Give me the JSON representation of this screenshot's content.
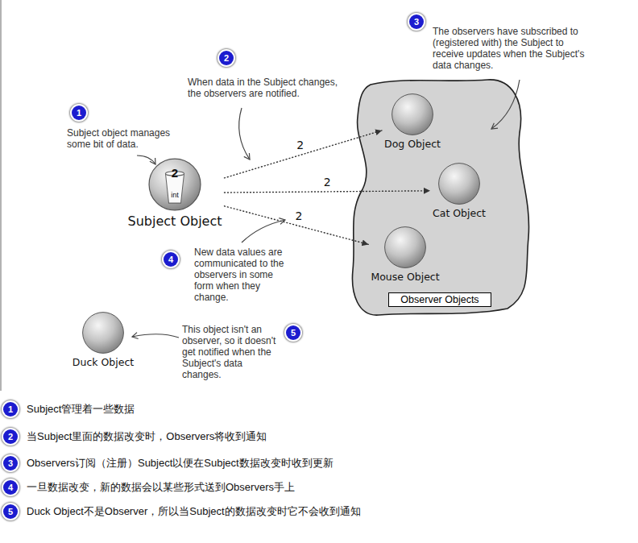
{
  "diagram": {
    "nodes": [
      {
        "text": [
          "2",
          "int",
          "Subject Object"
        ]
      },
      {
        "text": [
          "Observer Objects"
        ]
      },
      {
        "text": [
          "Dog Object"
        ],
        "in": 1
      },
      {
        "text": [
          "Cat Object"
        ],
        "in": 1
      },
      {
        "text": [
          "Mouse Object"
        ],
        "in": 1
      },
      {
        "text": [
          "Duck Object"
        ]
      }
    ],
    "edges": [
      {
        "from": 0,
        "to": 2,
        "arrow": "to",
        "label": "2"
      },
      {
        "from": 0,
        "to": 3,
        "arrow": "to",
        "label": "2"
      },
      {
        "from": 0,
        "to": 4,
        "arrow": "to",
        "label": "2"
      }
    ],
    "labels": [
      "1",
      "Subject object manages some bit of data.",
      "2",
      "When data in the Subject changes, the observers are notified.",
      "3",
      "The observers have subscribed to (registered with) the Subject to receive updates when the Subject's data changes.",
      "4",
      "New data values are communicated to the observers in some form when they change.",
      "5",
      "This object isn't an observer, so it doesn't get notified when the Subject's data changes.",
      "1",
      "Subject管理着一些数据",
      "2",
      "当Subject里面的数据改变时，Observers将收到通知",
      "3",
      "Observers订阅（注册）Subject以便在Subject数据改变时收到更新",
      "4",
      "一旦数据改变，新的数据会以某些形式送到Observers手上",
      "5",
      "Duck Object不是Observer，所以当Subject的数据改变时它不会收到通知"
    ]
  }
}
